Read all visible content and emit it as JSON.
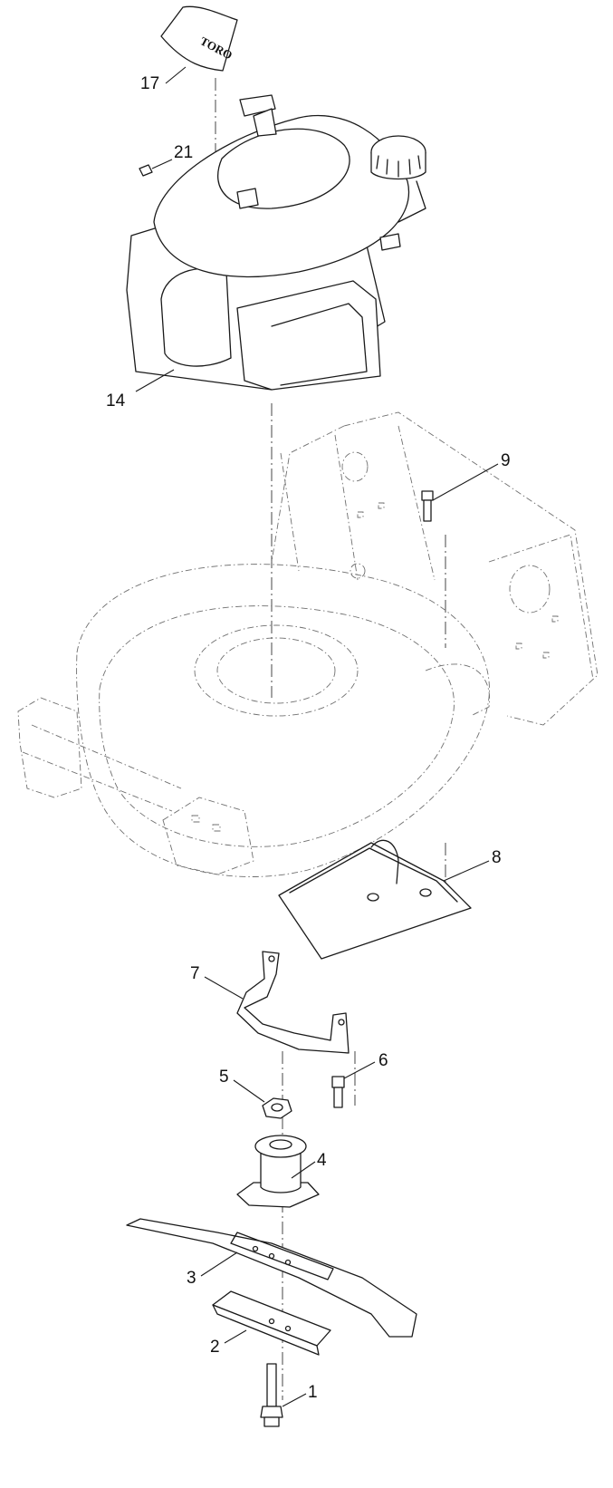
{
  "diagram": {
    "callouts": [
      {
        "key": "c17",
        "text": "17"
      },
      {
        "key": "c21",
        "text": "21"
      },
      {
        "key": "c14",
        "text": "14"
      },
      {
        "key": "c9",
        "text": "9"
      },
      {
        "key": "c8",
        "text": "8"
      },
      {
        "key": "c7",
        "text": "7"
      },
      {
        "key": "c6",
        "text": "6"
      },
      {
        "key": "c5",
        "text": "5"
      },
      {
        "key": "c4",
        "text": "4"
      },
      {
        "key": "c3",
        "text": "3"
      },
      {
        "key": "c2",
        "text": "2"
      },
      {
        "key": "c1",
        "text": "1"
      }
    ],
    "decal_logo": "TORO"
  }
}
